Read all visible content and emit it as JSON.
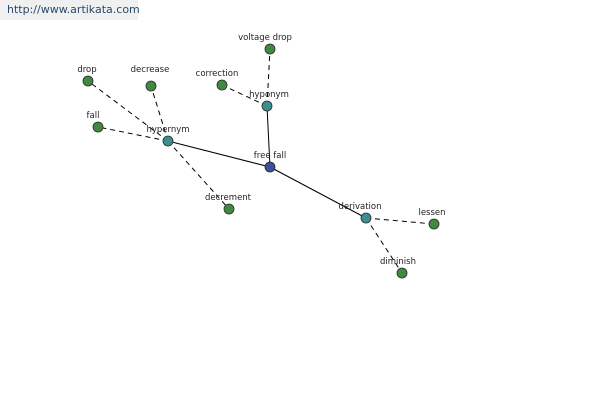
{
  "watermark": "http://www.artikata.com",
  "colors": {
    "root": "#3f4f99",
    "relation": "#3d8f8f",
    "word": "#3f8a3f"
  },
  "graph": {
    "nodes": [
      {
        "id": "free-fall",
        "label": "free fall",
        "kind": "root"
      },
      {
        "id": "hypernym",
        "label": "hypernym",
        "kind": "relation"
      },
      {
        "id": "hyponym",
        "label": "hyponym",
        "kind": "relation"
      },
      {
        "id": "derivation",
        "label": "derivation",
        "kind": "relation"
      },
      {
        "id": "drop",
        "label": "drop",
        "kind": "word"
      },
      {
        "id": "decrease",
        "label": "decrease",
        "kind": "word"
      },
      {
        "id": "fall",
        "label": "fall",
        "kind": "word"
      },
      {
        "id": "decrement",
        "label": "decrement",
        "kind": "word"
      },
      {
        "id": "voltage-drop",
        "label": "voltage drop",
        "kind": "word"
      },
      {
        "id": "correction",
        "label": "correction",
        "kind": "word"
      },
      {
        "id": "lessen",
        "label": "lessen",
        "kind": "word"
      },
      {
        "id": "diminish",
        "label": "diminish",
        "kind": "word"
      }
    ],
    "edges": [
      {
        "from": "free-fall",
        "to": "hypernym",
        "style": "solid"
      },
      {
        "from": "free-fall",
        "to": "hyponym",
        "style": "solid"
      },
      {
        "from": "free-fall",
        "to": "derivation",
        "style": "solid"
      },
      {
        "from": "hypernym",
        "to": "drop",
        "style": "dashed"
      },
      {
        "from": "hypernym",
        "to": "decrease",
        "style": "dashed"
      },
      {
        "from": "hypernym",
        "to": "fall",
        "style": "dashed"
      },
      {
        "from": "hypernym",
        "to": "decrement",
        "style": "dashed"
      },
      {
        "from": "hyponym",
        "to": "voltage-drop",
        "style": "dashed"
      },
      {
        "from": "hyponym",
        "to": "correction",
        "style": "dashed"
      },
      {
        "from": "derivation",
        "to": "lessen",
        "style": "dashed"
      },
      {
        "from": "derivation",
        "to": "diminish",
        "style": "dashed"
      }
    ]
  }
}
